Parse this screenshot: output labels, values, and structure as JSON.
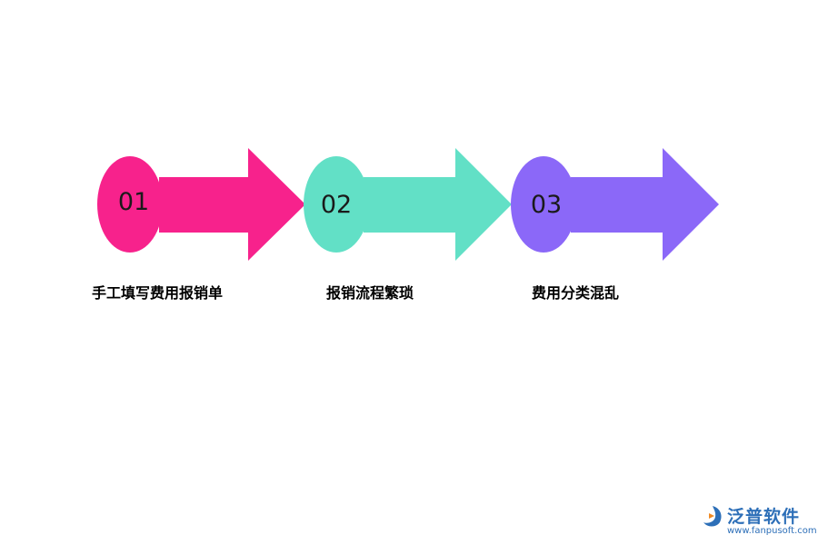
{
  "steps": [
    {
      "number": "01",
      "label": "手工填写费用报销单",
      "color": "#f7228c"
    },
    {
      "number": "02",
      "label": "报销流程繁琐",
      "color": "#62e0c6"
    },
    {
      "number": "03",
      "label": "费用分类混乱",
      "color": "#8b68f8"
    }
  ],
  "watermark": {
    "name": "泛普软件",
    "url": "www.fanpusoft.com",
    "color": "#2d6fb8",
    "icon": "fanpu-logo-icon"
  }
}
